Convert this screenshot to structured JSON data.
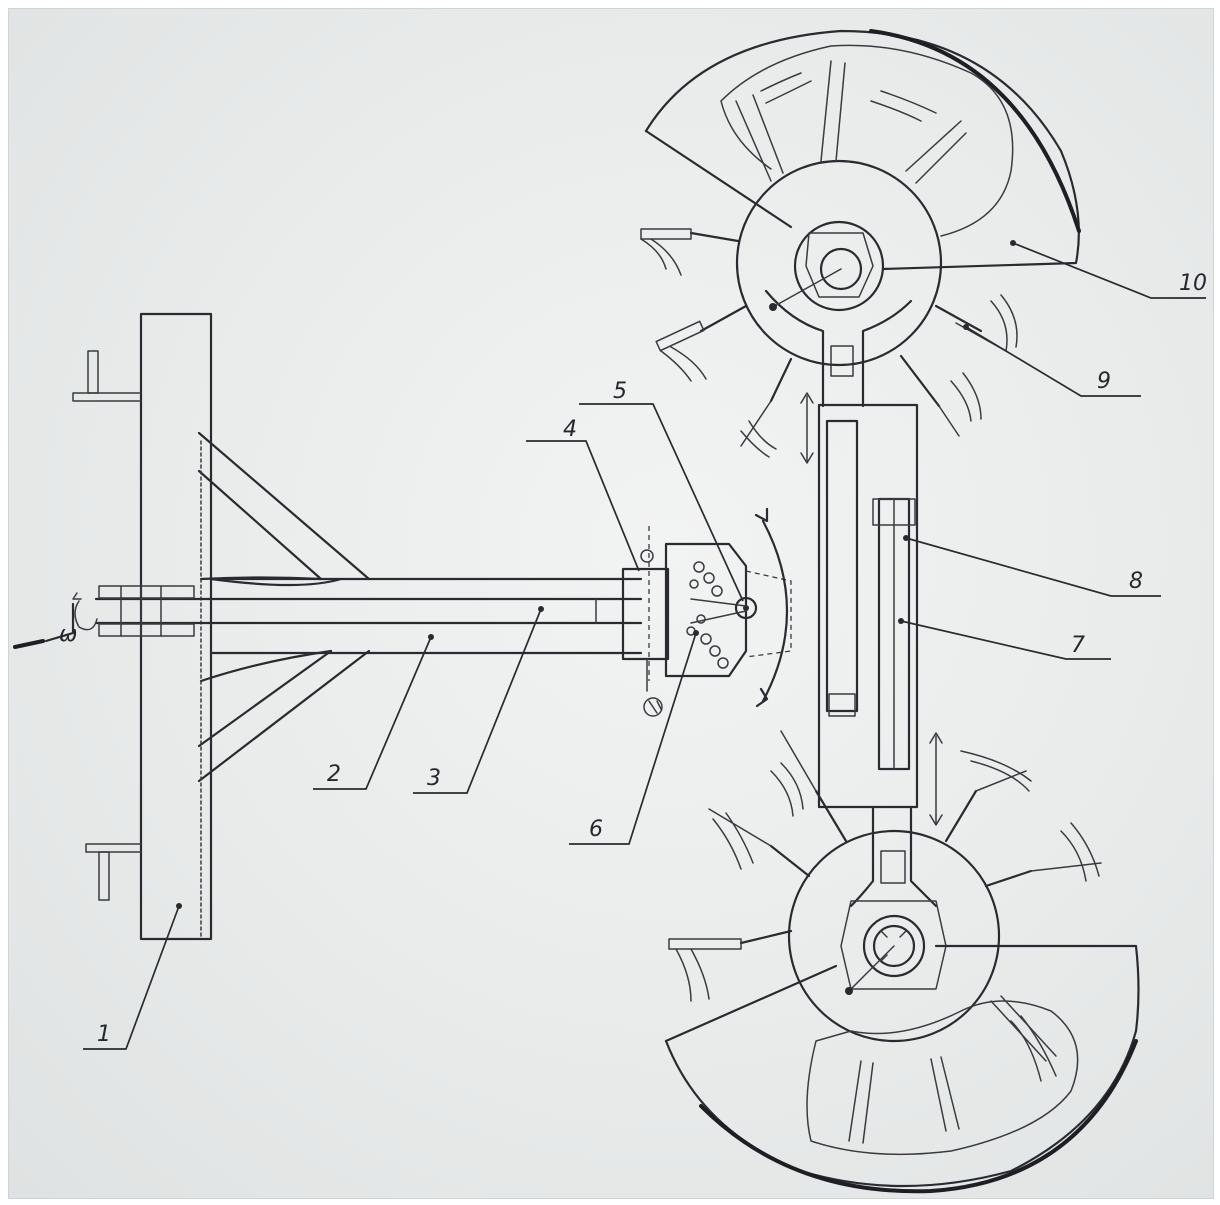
{
  "callouts": {
    "c1": "1",
    "c2": "2",
    "c3": "3",
    "c4": "4",
    "c5": "5",
    "c6": "6",
    "c7": "7",
    "c8": "8",
    "c9": "9",
    "c10": "10"
  },
  "marks": {
    "rotation_symbol": "ω"
  },
  "colors": {
    "ink": "#2a2a30",
    "paper": "#e9ebeb"
  }
}
